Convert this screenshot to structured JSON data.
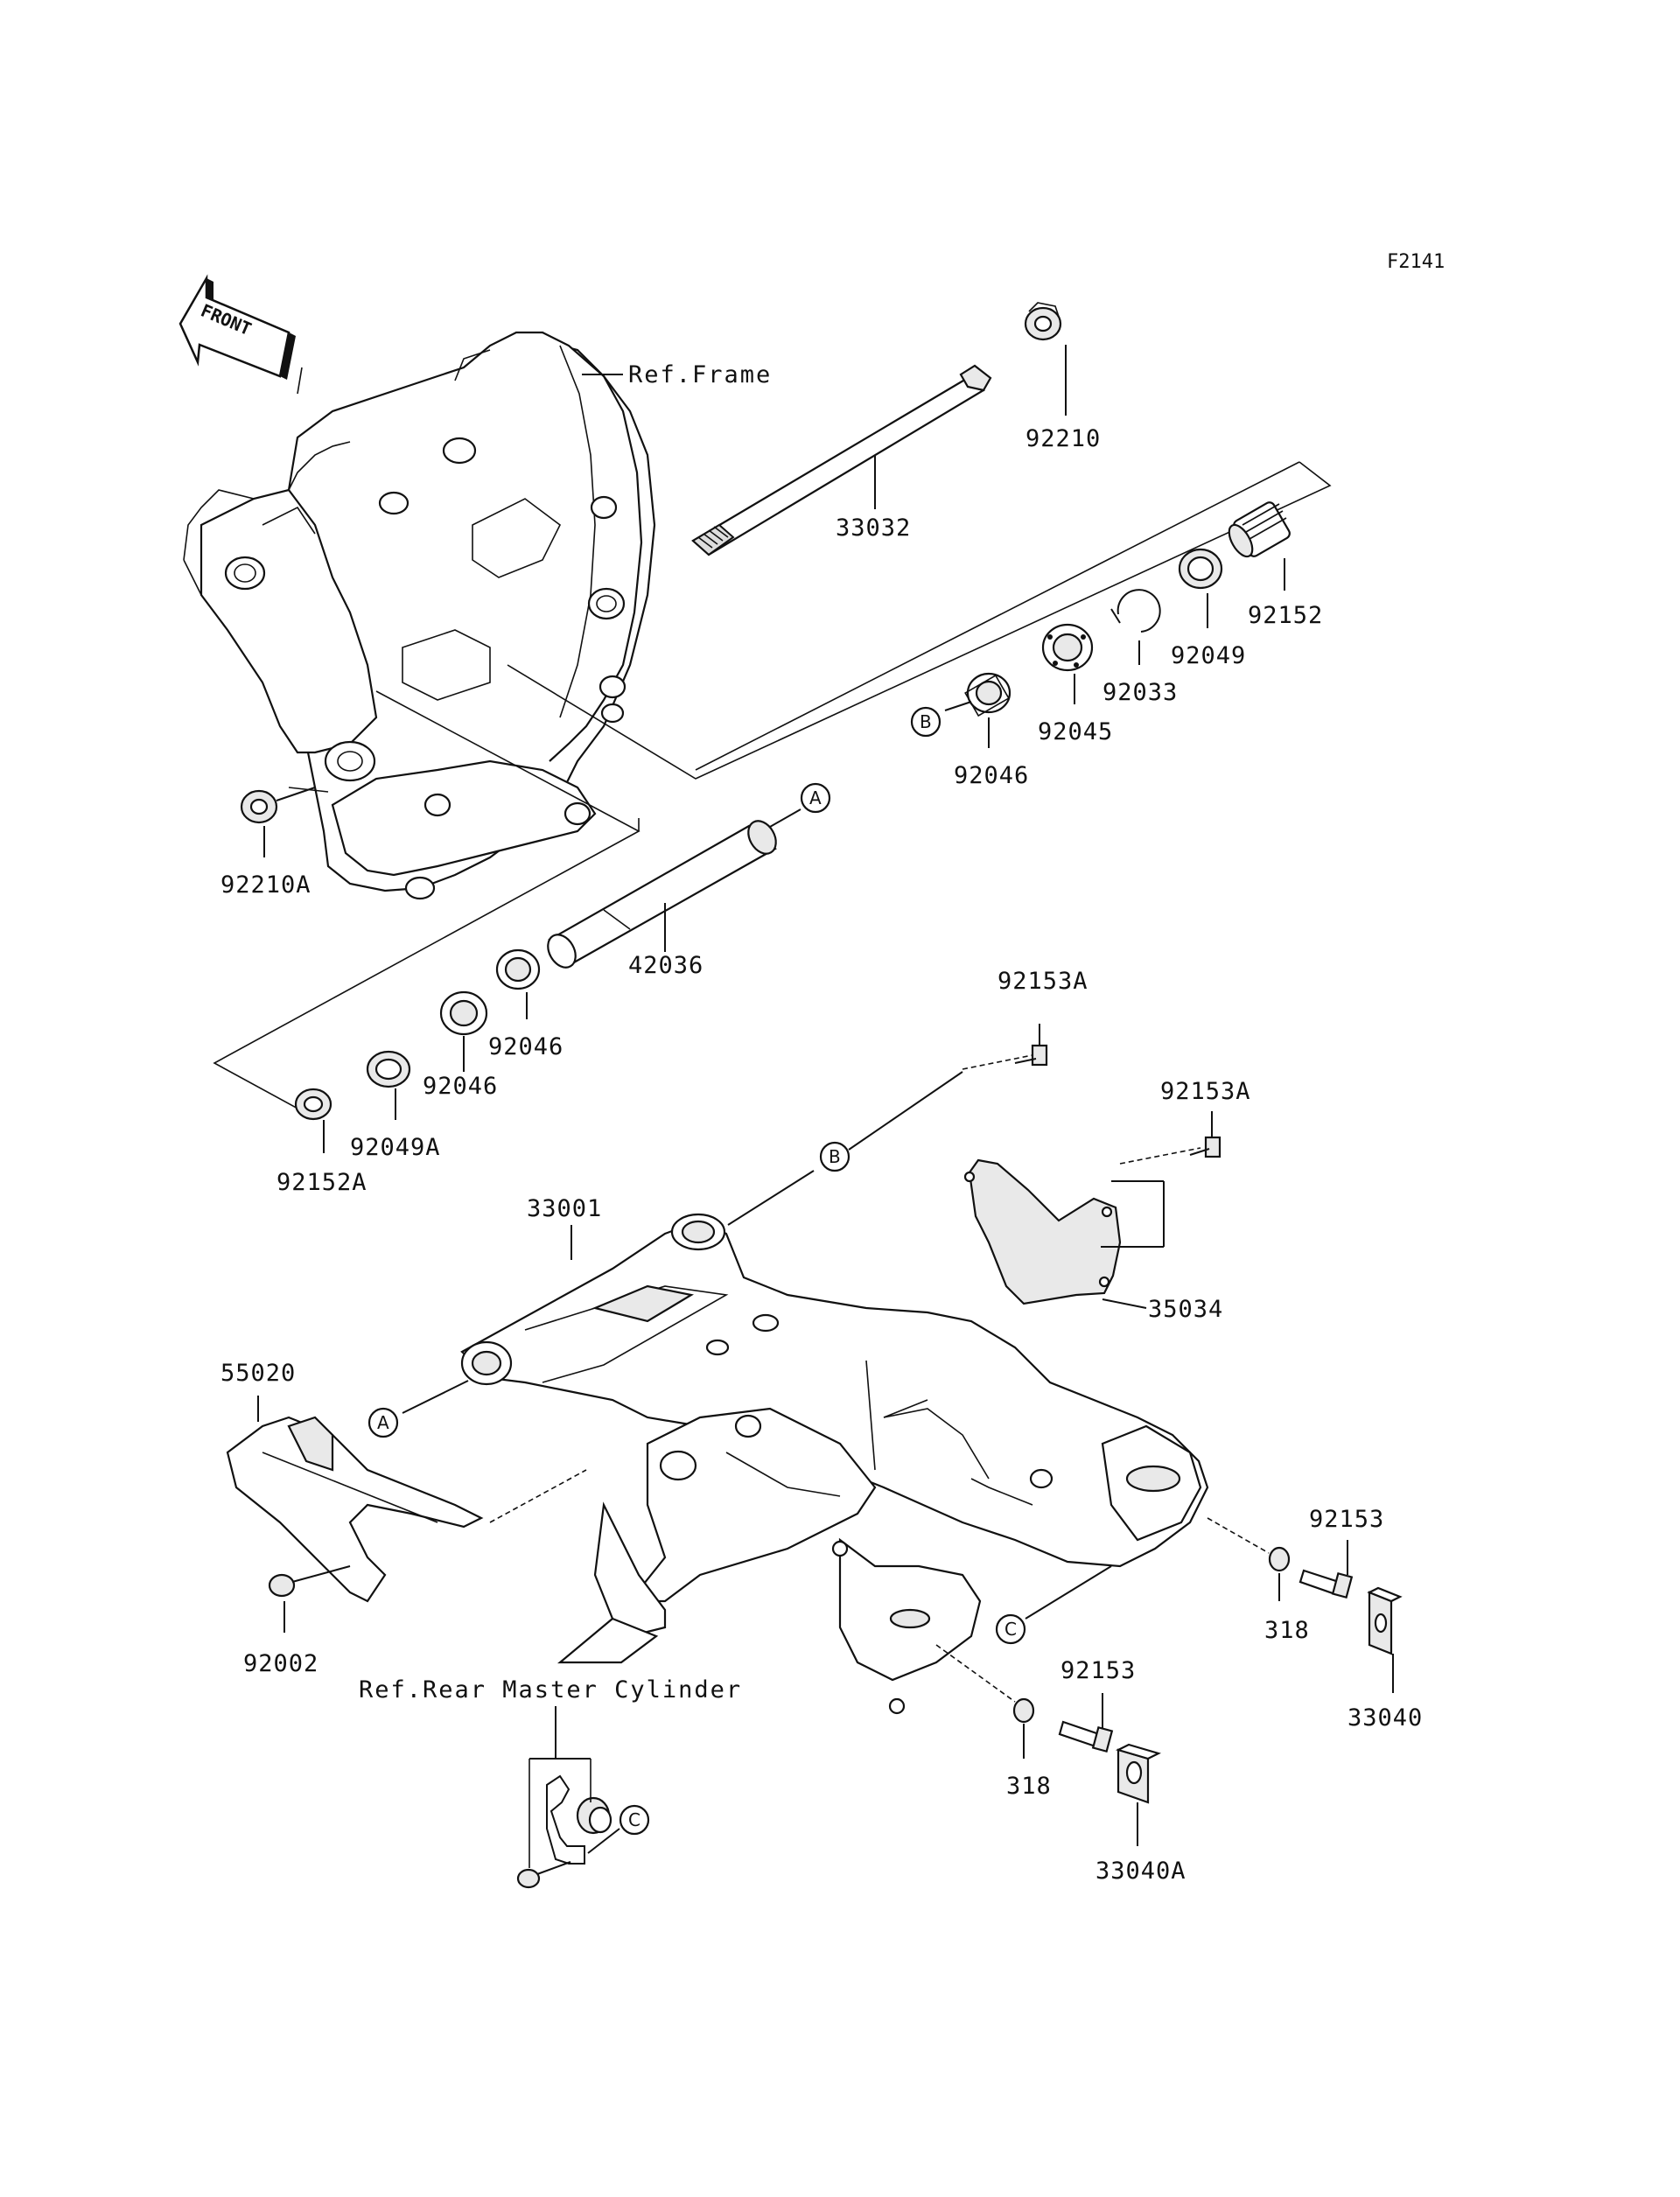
{
  "diagram_code": "F2141",
  "front_arrow": "FRONT",
  "references": {
    "frame": "Ref.Frame",
    "rear_master_cylinder": "Ref.Rear Master Cylinder"
  },
  "callouts": {
    "A": "A",
    "B": "B",
    "C": "C"
  },
  "parts": {
    "p92210": "92210",
    "p33032": "33032",
    "p92152": "92152",
    "p92049": "92049",
    "p92033": "92033",
    "p92045": "92045",
    "p92046_top": "92046",
    "p92210A": "92210A",
    "p42036": "42036",
    "p92046_a": "92046",
    "p92046_b": "92046",
    "p92049A": "92049A",
    "p92152A": "92152A",
    "p92153A_a": "92153A",
    "p92153A_b": "92153A",
    "p33001": "33001",
    "p35034": "35034",
    "p55020": "55020",
    "p92002": "92002",
    "p92153_a": "92153",
    "p318_a": "318",
    "p33040": "33040",
    "p92153_b": "92153",
    "p318_b": "318",
    "p33040A": "33040A"
  }
}
